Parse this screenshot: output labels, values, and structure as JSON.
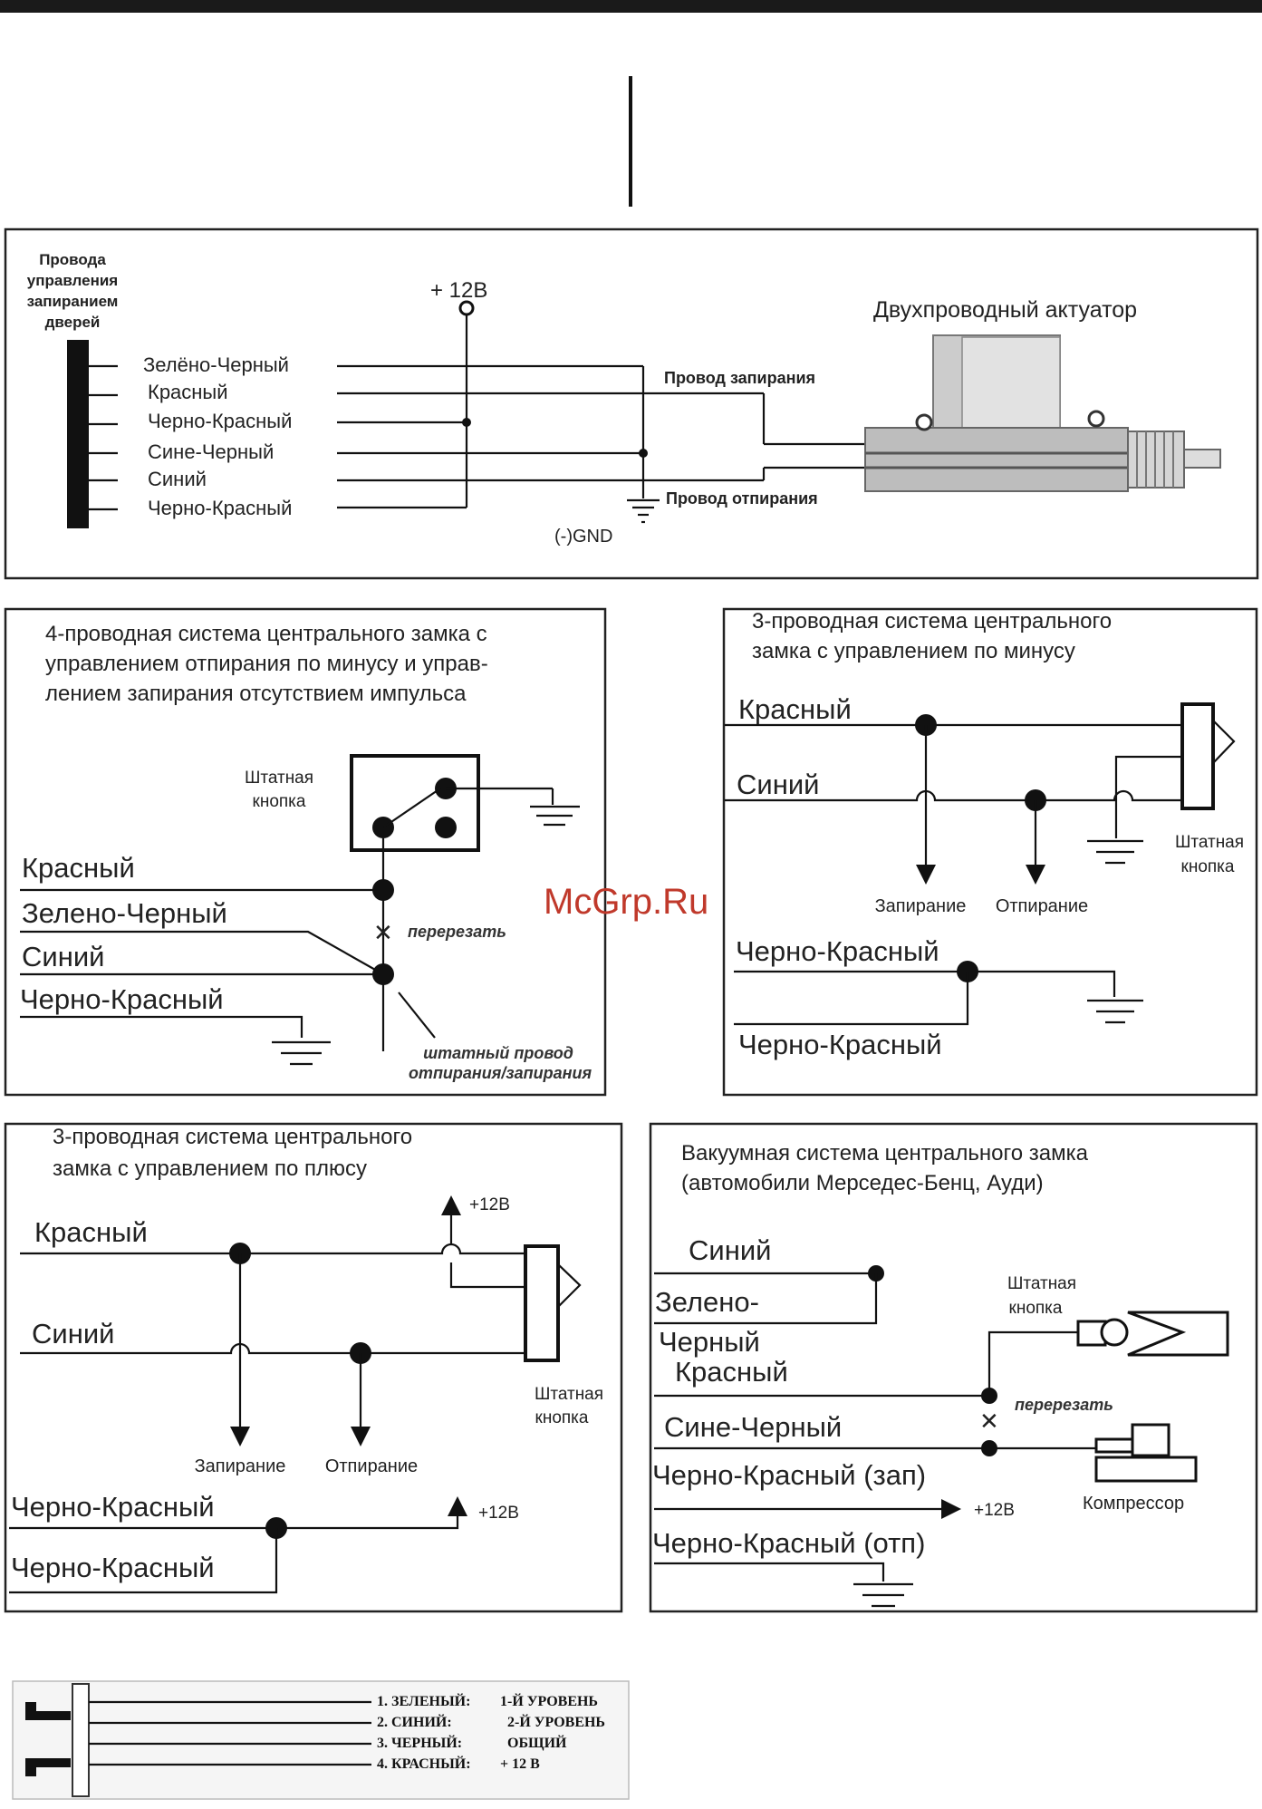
{
  "watermark": "McGrp.Ru",
  "panel_top": {
    "left_label": [
      "Провода",
      "управления",
      "запиранием",
      "дверей"
    ],
    "plus12": "+ 12В",
    "actuator_title": "Двухпроводный актуатор",
    "wires": [
      "Зелёно-Черный",
      "Красный",
      "Черно-Красный",
      "Сине-Черный",
      "Синий",
      "Черно-Красный"
    ],
    "lock_wire": "Провод запирания",
    "unlock_wire": "Провод отпирания",
    "gnd": "(-)GND"
  },
  "panel_4wire": {
    "title": [
      "4-проводная система центрального  замка с",
      "управлением отпирания по минусу и управ-",
      "лением запирания отсутствием импульса"
    ],
    "button": [
      "Штатная",
      "кнопка"
    ],
    "wires": [
      "Красный",
      "Зелено-Черный",
      "Синий",
      "Черно-Красный"
    ],
    "cut": "перерезать",
    "stock_wire": [
      "штатный провод",
      "отпирания/запирания"
    ]
  },
  "panel_3wire_minus": {
    "title": [
      "3-проводная система центрального",
      "замка с управлением по минусу"
    ],
    "wires": [
      "Красный",
      "Синий",
      "Черно-Красный",
      "Черно-Красный"
    ],
    "button": [
      "Штатная",
      "кнопка"
    ],
    "lock": "Запирание",
    "unlock": "Отпирание"
  },
  "panel_3wire_plus": {
    "title": [
      "3-проводная система центрального",
      "замка с управлением по плюсу"
    ],
    "wires": [
      "Красный",
      "Синий",
      "Черно-Красный",
      "Черно-Красный"
    ],
    "plus12": "+12В",
    "button": [
      "Штатная",
      "кнопка"
    ],
    "lock": "Запирание",
    "unlock": "Отпирание"
  },
  "panel_vacuum": {
    "title": [
      "Вакуумная система центрального замка",
      "(автомобили Мерседес-Бенц, Ауди)"
    ],
    "wires": [
      "Синий",
      "Зелено-",
      "Черный",
      "Красный",
      "Сине-Черный",
      "Черно-Красный (зап)",
      "Черно-Красный (отп)"
    ],
    "button": [
      "Штатная",
      "кнопка"
    ],
    "cut": "перерезать",
    "plus12": "+12В",
    "compressor": "Компрессор"
  },
  "legend": {
    "items": [
      {
        "name": "1. ЗЕЛЕНЫЙ:",
        "value": "1-Й УРОВЕНЬ"
      },
      {
        "name": "2. СИНИЙ:",
        "value": "2-Й УРОВЕНЬ"
      },
      {
        "name": "3. ЧЕРНЫЙ:",
        "value": "ОБЩИЙ"
      },
      {
        "name": "4. КРАСНЫЙ:",
        "value": "+ 12 В"
      }
    ]
  }
}
